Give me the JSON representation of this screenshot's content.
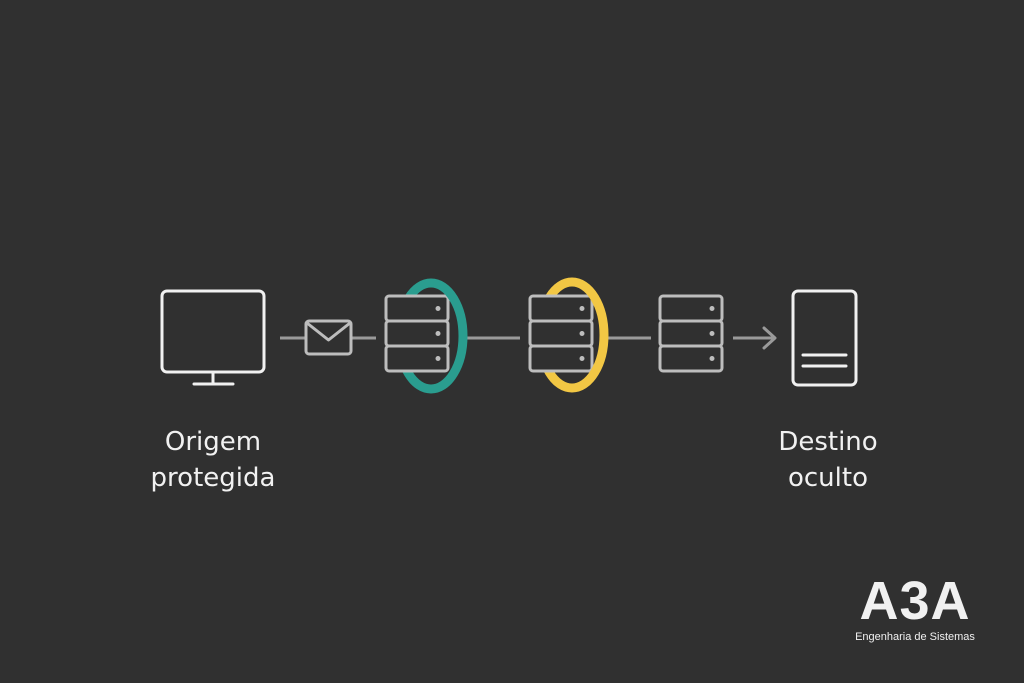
{
  "diagram": {
    "nodes": [
      {
        "id": "origin",
        "icon": "monitor-icon",
        "label": "Origem\nprotegida"
      },
      {
        "id": "message",
        "icon": "envelope-icon"
      },
      {
        "id": "relay-1",
        "icon": "server-icon",
        "ring_color": "#2a9d8f"
      },
      {
        "id": "relay-2",
        "icon": "server-icon",
        "ring_color": "#f2c744"
      },
      {
        "id": "relay-3",
        "icon": "server-icon"
      },
      {
        "id": "destination",
        "icon": "document-icon",
        "label": "Destino\noculto"
      }
    ],
    "colors": {
      "background": "#303030",
      "icon_stroke": "#bdbdbd",
      "endpoint_stroke": "#f1f1f1",
      "ring_green": "#2a9d8f",
      "ring_yellow": "#f2c744",
      "text": "#f1f1f1"
    }
  },
  "logo": {
    "mark": "A3A",
    "subtitle": "Engenharia de Sistemas"
  }
}
